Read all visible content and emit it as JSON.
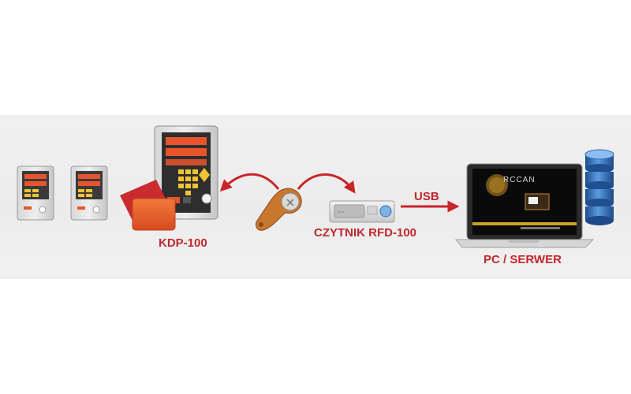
{
  "labels": {
    "kdp": "KDP-100",
    "reader": "CZYTNIK RFD-100",
    "usb": "USB",
    "pc": "PC / SERWER"
  },
  "screen_logo": "RCCAN",
  "colors": {
    "accent_red": "#c1272d",
    "device_orange": "#e8552d",
    "keypad_yellow": "#f2c230",
    "screen_black": "#0a0a0a",
    "database_blue": "#2f6db3"
  },
  "icons": {
    "controller": "kdp-controller-icon",
    "card": "rfid-card-icon",
    "key_fob": "key-fob-icon",
    "reader": "usb-reader-icon",
    "laptop": "laptop-icon",
    "database": "database-icon"
  }
}
